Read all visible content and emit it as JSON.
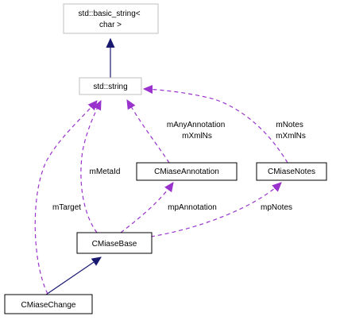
{
  "diagram": {
    "nodes": {
      "basic_string": {
        "lines": [
          "std::basic_string<",
          "char >"
        ],
        "border": "#bfbfbf",
        "fill": "#ffffff"
      },
      "std_string": {
        "lines": [
          "std::string"
        ],
        "border": "#bfbfbf",
        "fill": "#ffffff"
      },
      "annotation": {
        "lines": [
          "CMiaseAnnotation"
        ],
        "border": "#000000",
        "fill": "#ffffff"
      },
      "notes": {
        "lines": [
          "CMiaseNotes"
        ],
        "border": "#000000",
        "fill": "#ffffff"
      },
      "base": {
        "lines": [
          "CMiaseBase"
        ],
        "border": "#000000",
        "fill": "#ffffff"
      },
      "change": {
        "lines": [
          "CMiaseChange"
        ],
        "border": "#000000",
        "fill": "#bfbfbf"
      }
    },
    "edge_labels": {
      "any_annotation": [
        "mAnyAnnotation",
        "mXmlNs"
      ],
      "notes_ns": [
        "mNotes",
        "mXmlNs"
      ],
      "meta_id": [
        "mMetaId"
      ],
      "target": [
        "mTarget"
      ],
      "annotation_ptr": [
        "mpAnnotation"
      ],
      "notes_ptr": [
        "mpNotes"
      ]
    },
    "colors": {
      "inheritance": "#191970",
      "usage": "#9a32cd"
    }
  }
}
